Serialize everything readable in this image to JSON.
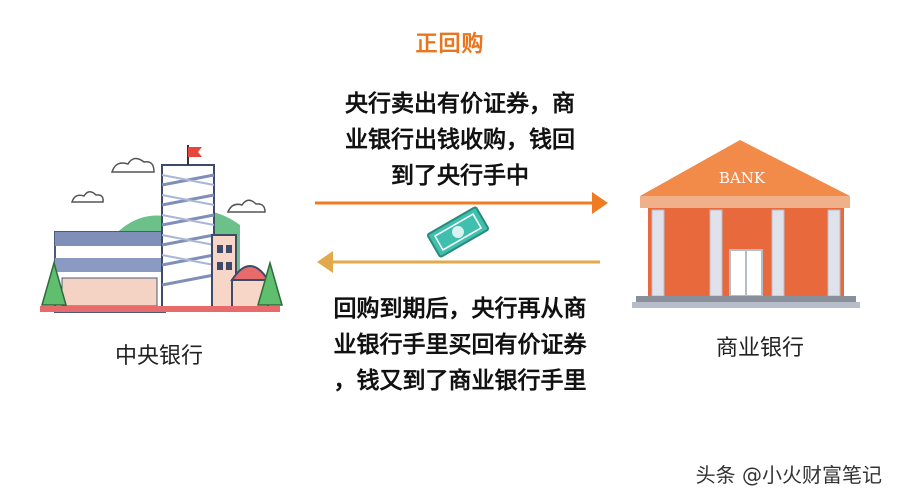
{
  "title": "正回购",
  "top_text": [
    "央行卖出有价证券，商",
    "业银行出钱收购，钱回",
    "到了央行手中"
  ],
  "bottom_text": [
    "回购到期后，央行再从商",
    "业银行手里买回有价证券",
    "，钱又到了商业银行手里"
  ],
  "central_bank_label": "中央银行",
  "commercial_bank_label": "商业银行",
  "bank_sign": "BANK",
  "watermark": "头条 @小火财富笔记",
  "colors": {
    "title": "#e8761f",
    "arrow_right": "#f07b22",
    "arrow_left": "#e2a94a",
    "bank_wall": "#e8693b",
    "bank_roof": "#f28a4a"
  }
}
